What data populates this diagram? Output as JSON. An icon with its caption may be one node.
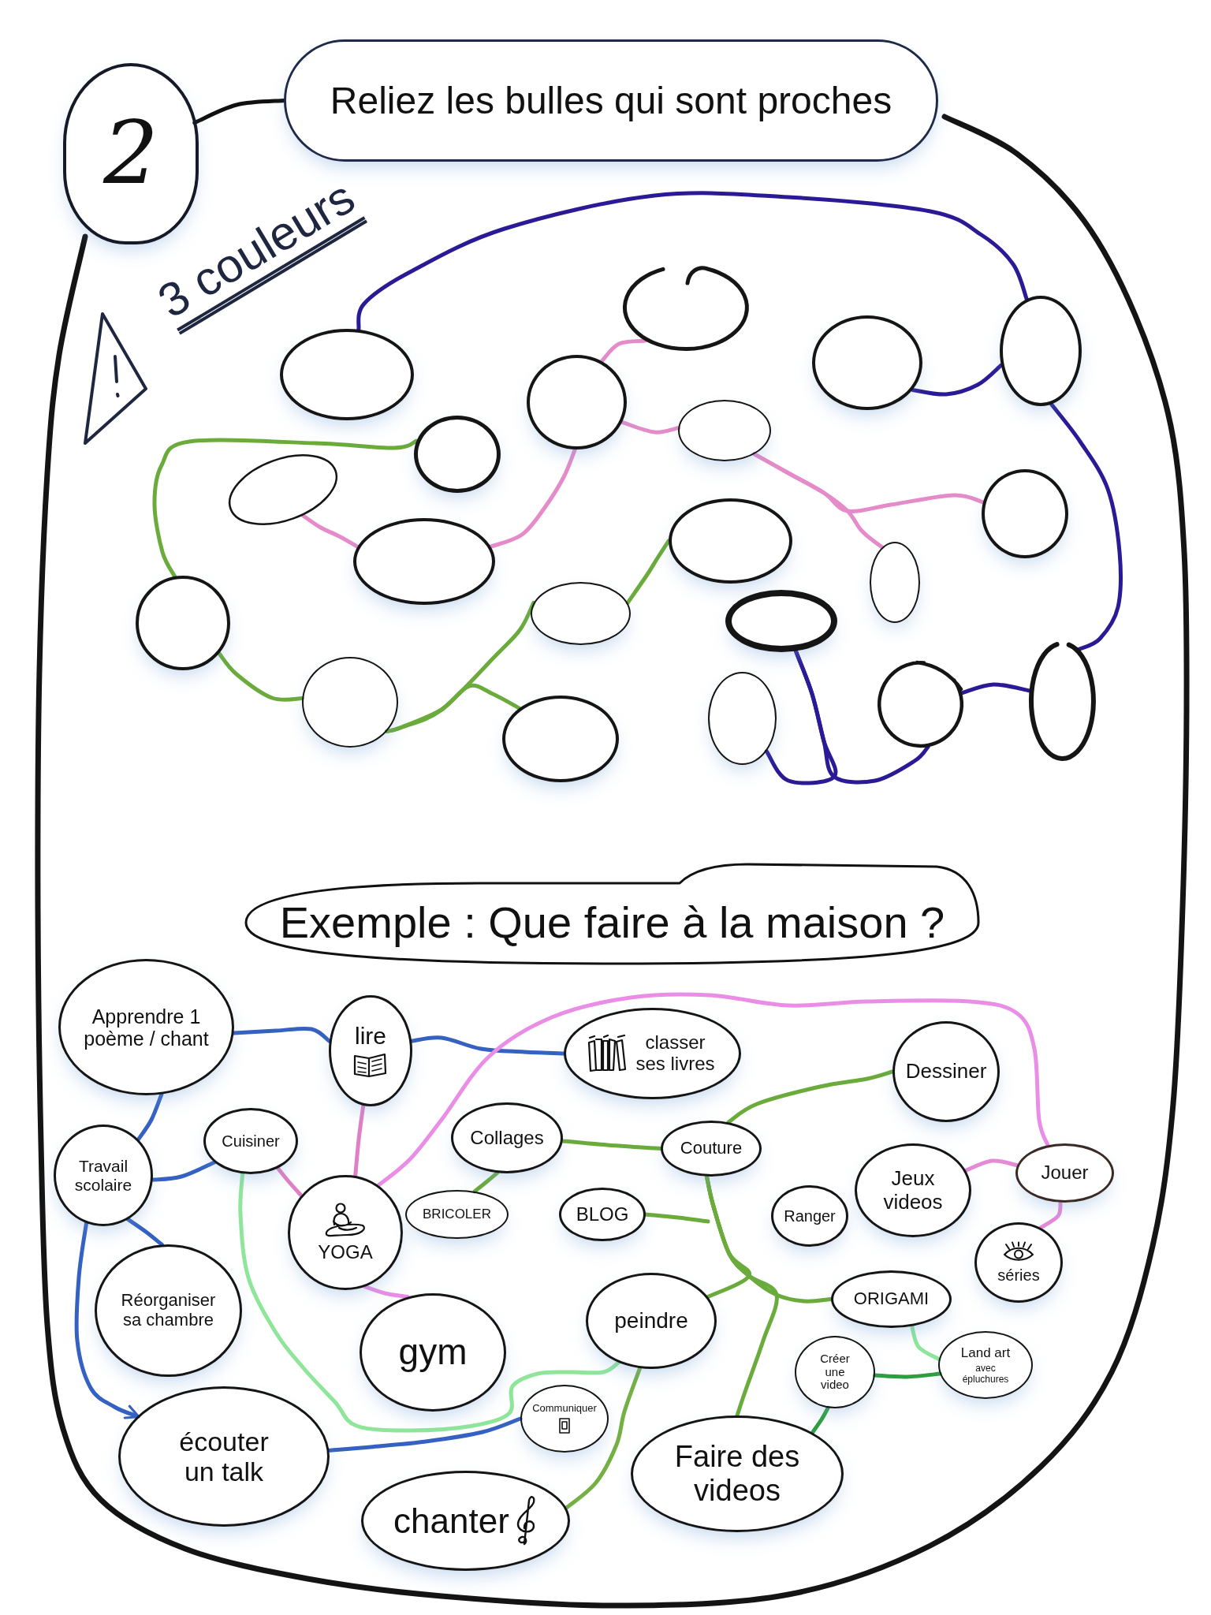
{
  "diagram": {
    "nodes": [
      {
        "text": [
          "2"
        ]
      },
      {
        "text": [
          "Reliez les bulles qui sont proches"
        ]
      },
      {
        "text": [],
        "shape": "circle"
      },
      {
        "text": [],
        "shape": "circle"
      },
      {
        "text": [],
        "shape": "circle"
      },
      {
        "text": [],
        "shape": "circle"
      },
      {
        "text": [],
        "shape": "circle"
      },
      {
        "text": [],
        "shape": "circle"
      },
      {
        "text": [],
        "shape": "circle"
      },
      {
        "text": [],
        "shape": "circle"
      },
      {
        "text": [],
        "shape": "circle"
      },
      {
        "text": [],
        "shape": "circle"
      },
      {
        "text": [],
        "shape": "circle"
      },
      {
        "text": [],
        "shape": "circle"
      },
      {
        "text": [],
        "shape": "circle"
      },
      {
        "text": [],
        "shape": "circle"
      },
      {
        "text": [],
        "shape": "circle"
      },
      {
        "text": [],
        "shape": "circle"
      },
      {
        "text": [],
        "shape": "circle"
      },
      {
        "text": [],
        "shape": "circle"
      },
      {
        "text": [],
        "shape": "circle"
      },
      {
        "text": [],
        "shape": "circle"
      },
      {
        "text": [
          "Exemple : Que faire à la maison ?"
        ]
      },
      {
        "text": [
          "Apprendre 1 poème / chant"
        ]
      },
      {
        "text": [
          "lire"
        ]
      },
      {
        "text": [
          "classer ses livres"
        ]
      },
      {
        "text": [
          "Dessiner"
        ]
      },
      {
        "text": [
          "Travail scolaire"
        ]
      },
      {
        "text": [
          "Cuisiner"
        ]
      },
      {
        "text": [
          "Collages"
        ]
      },
      {
        "text": [
          "Couture"
        ]
      },
      {
        "text": [
          "Jeux videos"
        ]
      },
      {
        "text": [
          "Jouer"
        ]
      },
      {
        "text": [
          "YOGA"
        ]
      },
      {
        "text": [
          "BRICOLER"
        ]
      },
      {
        "text": [
          "BLOG"
        ]
      },
      {
        "text": [
          "Ranger"
        ]
      },
      {
        "text": [
          "séries"
        ]
      },
      {
        "text": [
          "Réorganiser sa chambre"
        ]
      },
      {
        "text": [
          "peindre"
        ]
      },
      {
        "text": [
          "ORIGAMI"
        ]
      },
      {
        "text": [
          "gym"
        ]
      },
      {
        "text": [
          "Land art",
          "avec épluchures"
        ]
      },
      {
        "text": [
          "Créer une video"
        ]
      },
      {
        "text": [
          "Communiquer"
        ]
      },
      {
        "text": [
          "écouter un talk"
        ]
      },
      {
        "text": [
          "Faire des videos"
        ]
      },
      {
        "text": [
          "chanter"
        ]
      }
    ],
    "edges": [
      {
        "from": 0,
        "to": 1,
        "arrow": "none",
        "color": "#111111"
      },
      {
        "from": 2,
        "to": 7,
        "arrow": "none",
        "color": "#2a1a96"
      },
      {
        "from": 6,
        "to": 7,
        "arrow": "none",
        "color": "#2a1a96"
      },
      {
        "from": 7,
        "to": 21,
        "arrow": "none",
        "color": "#2a1a96"
      },
      {
        "from": 20,
        "to": 21,
        "arrow": "none",
        "color": "#2a1a96"
      },
      {
        "from": 16,
        "to": 19,
        "arrow": "none",
        "color": "#2a1a96"
      },
      {
        "from": 16,
        "to": 20,
        "arrow": "none",
        "color": "#2a1a96"
      },
      {
        "from": 4,
        "to": 3,
        "arrow": "none",
        "color": "#e58bc9"
      },
      {
        "from": 4,
        "to": 5,
        "arrow": "none",
        "color": "#e58bc9"
      },
      {
        "from": 4,
        "to": 10,
        "arrow": "none",
        "color": "#e58bc9"
      },
      {
        "from": 9,
        "to": 10,
        "arrow": "none",
        "color": "#e58bc9"
      },
      {
        "from": 5,
        "to": 12,
        "arrow": "none",
        "color": "#e58bc9"
      },
      {
        "from": 5,
        "to": 13,
        "arrow": "none",
        "color": "#e58bc9"
      },
      {
        "from": 8,
        "to": 14,
        "arrow": "none",
        "color": "#6aab3b"
      },
      {
        "from": 14,
        "to": 17,
        "arrow": "none",
        "color": "#6aab3b"
      },
      {
        "from": 17,
        "to": 15,
        "arrow": "none",
        "color": "#6aab3b"
      },
      {
        "from": 17,
        "to": 18,
        "arrow": "none",
        "color": "#6aab3b"
      },
      {
        "from": 15,
        "to": 11,
        "arrow": "none",
        "color": "#6aab3b"
      },
      {
        "from": 23,
        "to": 24,
        "arrow": "none",
        "color": "#3561c2"
      },
      {
        "from": 24,
        "to": 25,
        "arrow": "none",
        "color": "#3561c2"
      },
      {
        "from": 23,
        "to": 27,
        "arrow": "none",
        "color": "#3561c2"
      },
      {
        "from": 27,
        "to": 28,
        "arrow": "none",
        "color": "#3561c2"
      },
      {
        "from": 27,
        "to": 38,
        "arrow": "none",
        "color": "#3561c2"
      },
      {
        "from": 27,
        "to": 45,
        "arrow": "to",
        "color": "#3561c2"
      },
      {
        "from": 45,
        "to": 44,
        "arrow": "none",
        "color": "#3561c2"
      },
      {
        "from": 24,
        "to": 33,
        "arrow": "none",
        "color": "#e07fc4"
      },
      {
        "from": 28,
        "to": 33,
        "arrow": "none",
        "color": "#e07fc4"
      },
      {
        "from": 33,
        "to": 41,
        "arrow": "none",
        "color": "#ea8de6"
      },
      {
        "from": 33,
        "to": 32,
        "arrow": "none",
        "color": "#ea8de6"
      },
      {
        "from": 31,
        "to": 32,
        "arrow": "none",
        "color": "#e48ad6"
      },
      {
        "from": 32,
        "to": 37,
        "arrow": "none",
        "color": "#e48ad6"
      },
      {
        "from": 29,
        "to": 30,
        "arrow": "none",
        "color": "#6aab3b"
      },
      {
        "from": 29,
        "to": 34,
        "arrow": "none",
        "color": "#6aab3b"
      },
      {
        "from": 30,
        "to": 26,
        "arrow": "none",
        "color": "#6aab3b"
      },
      {
        "from": 35,
        "to": null,
        "arrow": "none",
        "color": "#6aab3b"
      },
      {
        "from": 30,
        "to": 39,
        "arrow": "none",
        "color": "#6aab3b"
      },
      {
        "from": 30,
        "to": 46,
        "arrow": "none",
        "color": "#6aab3b"
      },
      {
        "from": 30,
        "to": 40,
        "arrow": "none",
        "color": "#6aab3b"
      },
      {
        "from": 47,
        "to": 39,
        "arrow": "none",
        "color": "#74b043"
      },
      {
        "from": 28,
        "to": 39,
        "arrow": "none",
        "color": "#8fe69a"
      },
      {
        "from": 40,
        "to": 42,
        "arrow": "none",
        "color": "#8fe69a"
      },
      {
        "from": 43,
        "to": 42,
        "arrow": "none",
        "color": "#2f9e3f"
      },
      {
        "from": 43,
        "to": 46,
        "arrow": "none",
        "color": "#2f9e3f"
      }
    ],
    "labels": [
      "3 couleurs"
    ]
  }
}
